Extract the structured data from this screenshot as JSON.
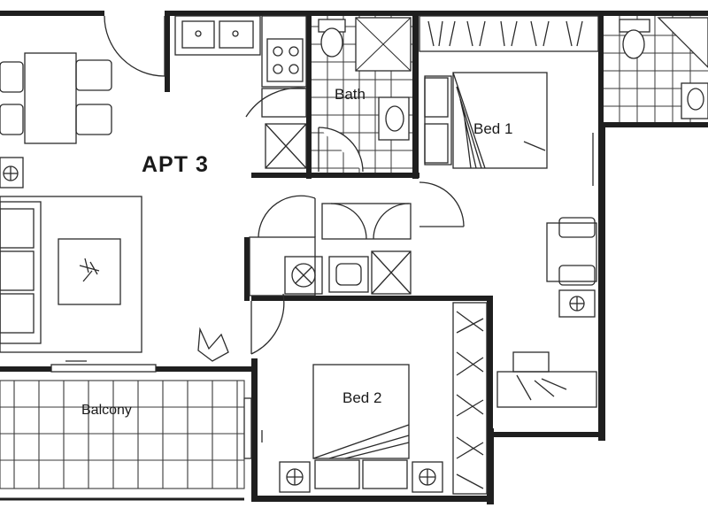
{
  "plan": {
    "apartment_label": "APT 3",
    "rooms": {
      "bath": "Bath",
      "bed1": "Bed 1",
      "bed2": "Bed 2",
      "balcony": "Balcony"
    },
    "colors": {
      "wall": "#1f1f1f",
      "line": "#2b2b2b",
      "tile": "#3a3a3a",
      "background": "#ffffff"
    }
  }
}
